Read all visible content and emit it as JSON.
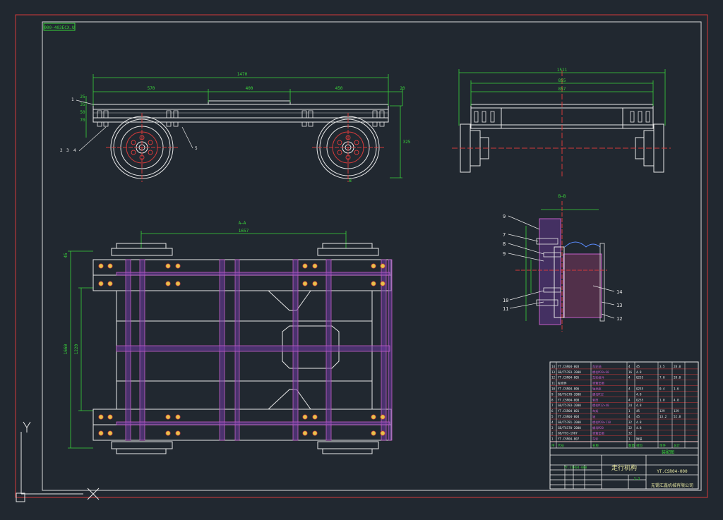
{
  "drawing": {
    "stamp": "000-403ECX.U",
    "side_view": {
      "dims": {
        "overall": "1470",
        "d1": "570",
        "d2": "400",
        "d3": "450",
        "d4": "20",
        "left1": "25",
        "left2": "35",
        "left3": "50",
        "left4": "70",
        "height": "325",
        "bottom": "B"
      },
      "callouts": [
        "1",
        "2",
        "3",
        "4",
        "5"
      ]
    },
    "end_view": {
      "dims": {
        "d1": "1511",
        "d2": "855",
        "d3": "857"
      }
    },
    "plan_view": {
      "section_label": "A—A",
      "dims": {
        "top": "1657",
        "left_outer": "1660",
        "left_inner": "1220",
        "top_left": "45"
      }
    },
    "detail_view": {
      "section_label": "B—B",
      "callouts": [
        "9",
        "7",
        "8",
        "9",
        "10",
        "11",
        "14",
        "13",
        "12"
      ]
    },
    "title_block": {
      "parts": [
        [
          "14",
          "YT.CSR04-003",
          "车轮轴",
          "4",
          "45",
          "3.5",
          "28.0"
        ],
        [
          "13",
          "GB/T5783-2000",
          "螺栓M20×60",
          "16",
          "4.8",
          "",
          ""
        ],
        [
          "12",
          "YT.CSR04-005",
          "车轮组件",
          "4",
          "Q235",
          "7.0",
          "28.0"
        ],
        [
          "11",
          "标准件",
          "弹簧垫圈",
          "",
          "",
          "",
          ""
        ],
        [
          "10",
          "YT.CSR04-006",
          "轴承座",
          "4",
          "Q235",
          "0.4",
          "1.6"
        ],
        [
          "9",
          "GB/T6170-2000",
          "螺母M12",
          "",
          "4.8",
          "",
          ""
        ],
        [
          "8",
          "YT.CSR04-008",
          "套筒",
          "4",
          "Q235",
          "1.0",
          "4.0"
        ],
        [
          "7",
          "GB/T5783-2000",
          "螺栓M12×40",
          "24",
          "4.8",
          "",
          ""
        ],
        [
          "6",
          "YT.CSR04-001",
          "车架",
          "1",
          "45",
          "129",
          "129"
        ],
        [
          "5",
          "YT.CSR04-004",
          "轴",
          "4",
          "45",
          "13.2",
          "52.8"
        ],
        [
          "4",
          "GB/T5781-2000",
          "螺栓M20×110",
          "32",
          "4.8",
          "",
          ""
        ],
        [
          "3",
          "GB/T6170-2000",
          "螺母M20",
          "32",
          "4.8",
          "",
          ""
        ],
        [
          "2",
          "GB/T93-1987",
          "弹簧垫圈",
          "32",
          "",
          "",
          ""
        ],
        [
          "1",
          "YT.CSR04-007",
          "车轮",
          "1",
          "铸铁",
          "",
          ""
        ]
      ],
      "header": [
        "序",
        "代号",
        "名称",
        "数量",
        "材料",
        "单件",
        "总计"
      ],
      "assembly_label": "装配图",
      "title": "走行机构",
      "drawing_no": "YT.CSR04-000",
      "company": "无锡汇鑫机械有限公司",
      "scale": "1:1",
      "sheet": "1"
    },
    "ucs": {
      "y": "Y",
      "x": "X"
    }
  }
}
